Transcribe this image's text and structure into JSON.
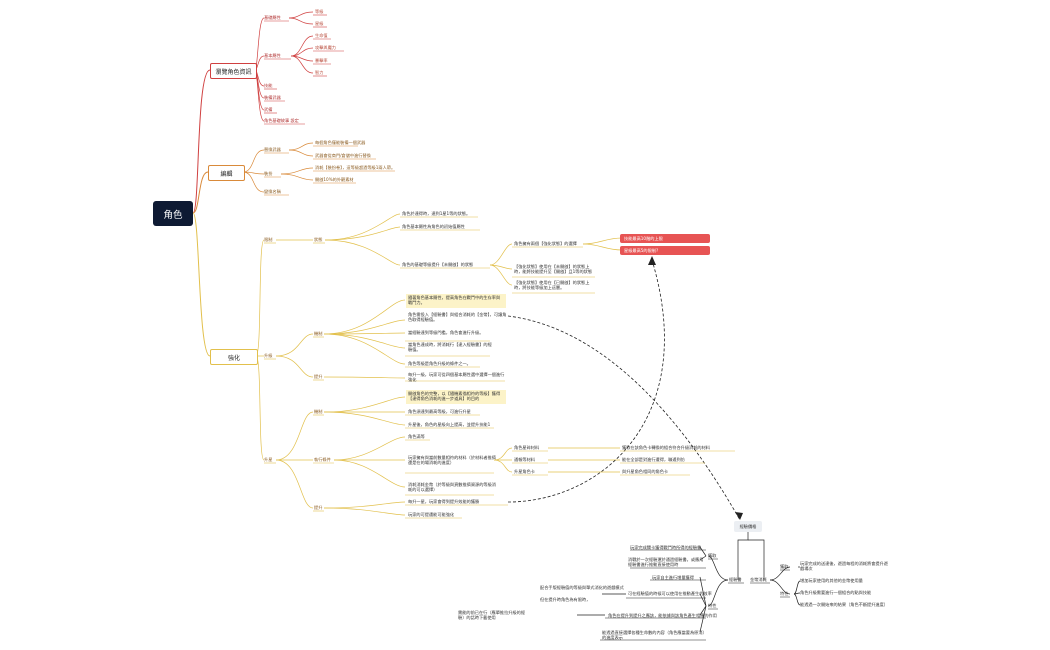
{
  "root": "角色",
  "sections": {
    "info": {
      "title": "瀏覽角色資訊",
      "sub1": "基礎屬性",
      "sub1_items": [
        "等級",
        "星級"
      ],
      "sub2": "基本屬性",
      "sub2_items": [
        "生命值",
        "攻擊與魔力",
        "暴擊率",
        "智力"
      ],
      "misc": [
        "技能",
        "裝備武器",
        "武備",
        "角色基礎故事 設定"
      ]
    },
    "equip": {
      "title": "編輯",
      "weapon": "替換武器",
      "weapon_items": [
        "每個角色僅能裝備一個武器",
        "武器會從商門/倉儲中進行替換"
      ],
      "dress": "裝扮",
      "dress_items": [
        "消耗【裝扮卷】，這等級超過等級1兩人帶。",
        "開啟10%的外觀素材"
      ],
      "rename": "變換名稱"
    },
    "enhance": {
      "title": "強化",
      "limit": "限制",
      "state": "狀態",
      "state_items": [
        "角色於達得時，達到1星1等的狀態。",
        "角色基本屬性為角色的初始值屬性",
        "角色的基礎等級提升【未開啟】的狀態"
      ],
      "unlock_parent": "角色擁有兩個【強化狀態】的選擇",
      "unlock_items": [
        "【強化狀態】使用在【未開啟】的狀態上時，能將技能提升至【開啟】且1等的狀態",
        "【強化狀態】使用在【已開啟】的狀態上時，將技能等級加上這層。"
      ],
      "warn1": "技能最高10階的上限",
      "warn2": "星級最高5的限制?",
      "levelup": "升級",
      "lv_mech": "機制",
      "lv_mech_items": [
        "隨著角色基本屬性，提高角色在戰鬥中的生存率與戰鬥力。",
        "角色需投入【經驗書】與組合消耗的【金幣】，可讓角色取得經驗值。",
        "當經驗達到等級門檻，角色會進行升級。",
        "當角色達成時，將消耗行【達入經驗書】的經驗值。",
        "角色等級是角色升級的條件之一。"
      ],
      "lv_up": "提升",
      "lv_up_items": [
        "每升一級，玩家可從四個基本屬性選中選擇一個進行強化"
      ],
      "star": "升星",
      "star_mech": "機制",
      "star_mech_items": [
        "開啟角色的完整，以【隨機素描相符的等級】獲得【達得角色消耗的進一步道具】的目的",
        "角色須達到最高等級，可進行升星",
        "升星後，角色的星級向上提高，並提升技能1"
      ],
      "exec": "執行條件",
      "exec_items": [
        "角色滿等",
        "玩家擁有與當前數量相符的材料（於材料者推擠還是在的場消耗的進度）",
        "消耗消耗金幣（於等級與頁數推擠資源的等級消耗的可以選擇）"
      ],
      "exec_sub": [
        "角色星碎材料",
        "通報等材料",
        "升星角色卡"
      ],
      "exec_notes": [
        "獲取在該角色卡轉換的組合符合升級消耗的材料",
        "能在全部是對進行遭得，聯通到仿",
        "與升星角色相同的角色卡"
      ],
      "star_up": "提升",
      "star_up_items": [
        "每升一星，玩家會得到提升效能的獲勝",
        "玩家的可提遭能可能強化"
      ]
    }
  },
  "cluster": {
    "top": "經驗價格",
    "exp": "經驗書",
    "exp_sub": [
      "獲取",
      "特性"
    ],
    "gain_items": [
      "玩家完成關卡獲得戰鬥時所得的經驗書",
      "消戰於一次經驗運於通過經驗書。或應用經驗書進行推動直接使用時"
    ],
    "feat_items": [
      "玩家自主進行增量獲得",
      "可在經驗值的時候可以使用在推動產生的效率",
      "角色在提升到提升之應該，能依據與該角色產生相應的作用",
      "能透過直接選擇各種生命數的內容（角色應當要為原消）的進度表示"
    ],
    "feat_left": [
      "配合手版經驗值的等級與單式消化的遊戲模式",
      "但在提升時角色為有限時，"
    ],
    "lower_left": "需能的前已在行（應單推拉升級的經驗）的話時下載使用",
    "gold": "金幣消耗",
    "gold_sub": [
      "獲取",
      "特性"
    ],
    "gold_gain": "玩家完成的送達後，遊過每程的消耗將會提升遊戲場次",
    "gold_feat": [
      "增加玩家使用的其他的金幣使用量",
      "角色升級需要進行一個組合的點與技能",
      "能透過一次開始來的結果（角色不斷提升進度）"
    ]
  }
}
